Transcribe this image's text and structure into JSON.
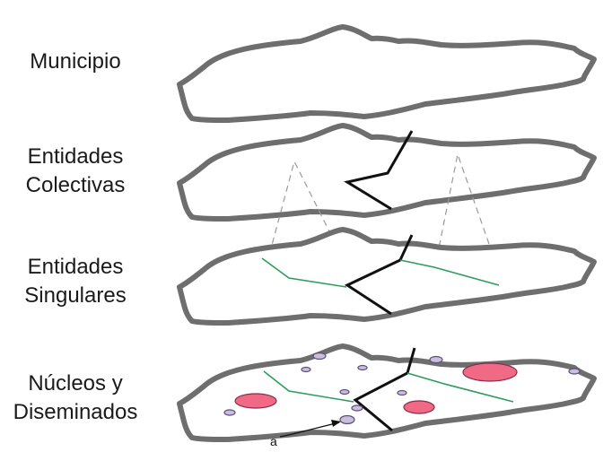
{
  "levels": [
    {
      "line1": "Municipio",
      "line2": ""
    },
    {
      "line1": "Entidades",
      "line2": "Colectivas"
    },
    {
      "line1": "Entidades",
      "line2": "Singulares"
    },
    {
      "line1": "Núcleos y",
      "line2": "Diseminados"
    }
  ],
  "annotation": {
    "label": "a"
  },
  "colors": {
    "outline": "#6e6e6e",
    "collective_boundary": "#111111",
    "singular_boundary": "#2e9b5d",
    "nucleo_fill": "#f06a86",
    "diseminado_fill": "#c9bedc"
  }
}
